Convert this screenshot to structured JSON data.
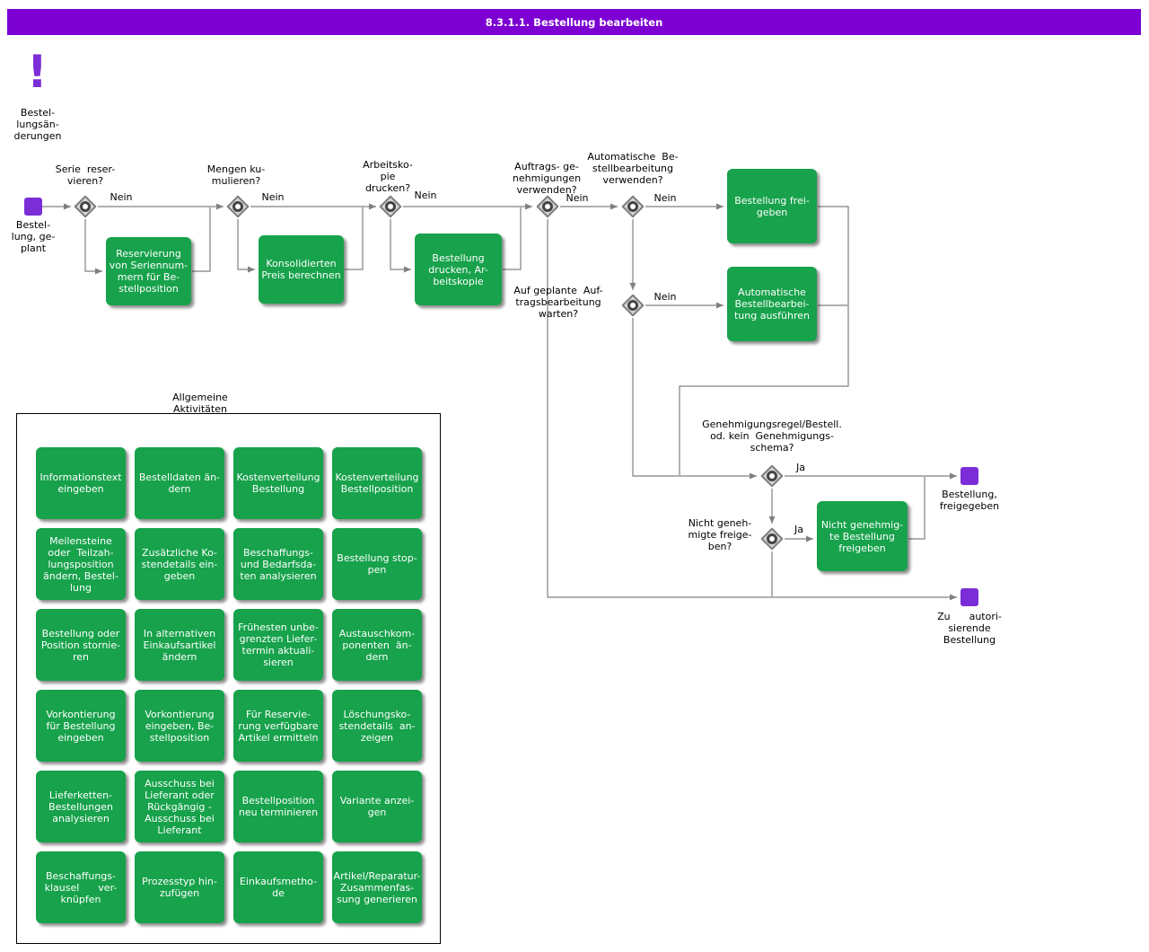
{
  "title_bar": {
    "title": "8.3.1.1. Bestellung bearbeiten"
  },
  "colors": {
    "title_bg": "#7c00d2",
    "event": "#7b2ed8",
    "task": "#17a24b",
    "line": "#808080"
  },
  "annotation": {
    "icon": "!",
    "label": "Bestel-\nlungsän-\nderungen"
  },
  "events": {
    "start": {
      "label": "Bestel-\nlung, ge-\nplant"
    },
    "released": {
      "label": "Bestellung,\nfreigegeben"
    },
    "to_authorize": {
      "label": "Zu      autori-\nsierende\nBestellung"
    }
  },
  "gateways": {
    "serie": {
      "question": "Serie  reser-\nvieren?",
      "answer": "Nein"
    },
    "mengen": {
      "question": "Mengen ku-\nmulieren?",
      "answer": "Nein"
    },
    "arbeitskopie": {
      "question": "Arbeitsko-\npie\ndrucken?",
      "answer": "Nein"
    },
    "auftragsgenehmigungen": {
      "question": "Auftrags- ge-\nnehmigungen\nverwenden?",
      "answer": "Nein"
    },
    "auto_bestellbearbeitung": {
      "question": "Automatische  Be-\nstellbearbeitung\nverwenden?",
      "answer": "Nein"
    },
    "warten": {
      "question": "Auf geplante  Auf-\ntragsbearbeitung\nwarten?",
      "answer": "Nein"
    },
    "genehmigungsregel": {
      "question": "Genehmigungsregel/Bestell.\nod. kein  Genehmigungs-\nschema?",
      "answer": "Ja"
    },
    "nicht_genehmigte": {
      "question": "Nicht geneh-\nmigte freige-\nben?",
      "answer": "Ja"
    }
  },
  "tasks": {
    "reservierung": {
      "label": "Reservierung\nvon Seriennum-\nmern für Be-\nstellposition"
    },
    "konsolidierter_preis": {
      "label": "Konsolidierten\nPreis berechnen"
    },
    "bestellung_drucken": {
      "label": "Bestellung\ndrucken, Ar-\nbeitskopie"
    },
    "bestellung_freigeben": {
      "label": "Bestellung frei-\ngeben"
    },
    "auto_ausfuehren": {
      "label": "Automatische\nBestellbearbei-\ntung ausführen"
    },
    "nicht_genehmigte_freigeben": {
      "label": "Nicht genehmig-\nte Bestellung\nfreigeben"
    }
  },
  "activities": {
    "title": "Allgemeine\nAktivitäten",
    "items": [
      "Informationstext\neingeben",
      "Bestelldaten än-\ndern",
      "Kostenverteilung\nBestellung",
      "Kostenverteilung\nBestellposition",
      "Meilensteine\noder  Teilzah-\nlungsposition\nändern, Bestel-\nlung",
      "Zusätzliche Ko-\nstendetails ein-\ngeben",
      "Beschaffungs-\nund Bedarfsda-\nten analysieren",
      "Bestellung stop-\npen",
      "Bestellung oder\nPosition stornie-\nren",
      "In alternativen\nEinkaufsartikel\nändern",
      "Frühesten unbe-\ngrenzten Liefer-\ntermin aktuali-\nsieren",
      "Austauschkom-\nponenten  än-\ndern",
      "Vorkontierung\nfür Bestellung\neingeben",
      "Vorkontierung\neingeben, Be-\nstellposition",
      "Für Reservie-\nrung verfügbare\nArtikel ermitteln",
      "Löschungsko-\nstendetails  an-\nzeigen",
      "Lieferketten-\nBestellungen\nanalysieren",
      "Ausschuss bei\nLieferant oder\nRückgängig -\nAusschuss bei\nLieferant",
      "Bestellposition\nneu terminieren",
      "Variante anzei-\ngen",
      "Beschaffungs-\nklausel      ver-\nknüpfen",
      "Prozesstyp hin-\nzufügen",
      "Einkaufsmetho-\nde",
      "Artikel/Reparatur-\nZusammenfas-\nsung generieren"
    ]
  }
}
